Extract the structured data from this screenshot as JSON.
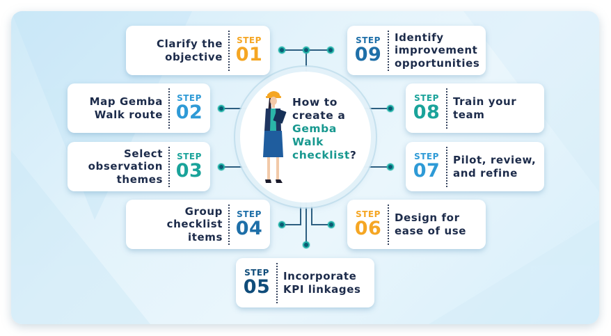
{
  "title": {
    "line1": "How to",
    "line2": "create a",
    "line3": "Gemba",
    "line4": "Walk",
    "line5": "checklist",
    "qmark": "?"
  },
  "step_label": "STEP",
  "steps": [
    {
      "num": "01",
      "text1": "Clarify the",
      "text2": "objective",
      "text3": "",
      "color": "#f5a623"
    },
    {
      "num": "02",
      "text1": "Map Gemba",
      "text2": "Walk route",
      "text3": "",
      "color": "#2e9ad6"
    },
    {
      "num": "03",
      "text1": "Select",
      "text2": "observation",
      "text3": "themes",
      "color": "#1aa39a"
    },
    {
      "num": "04",
      "text1": "Group",
      "text2": "checklist",
      "text3": "items",
      "color": "#1e6fa8"
    },
    {
      "num": "05",
      "text1": "Incorporate",
      "text2": "KPI linkages",
      "text3": "",
      "color": "#0f4c7a"
    },
    {
      "num": "06",
      "text1": "Design for",
      "text2": "ease of use",
      "text3": "",
      "color": "#f5a623"
    },
    {
      "num": "07",
      "text1": "Pilot, review,",
      "text2": "and refine",
      "text3": "",
      "color": "#2e9ad6"
    },
    {
      "num": "08",
      "text1": "Train your",
      "text2": "team",
      "text3": "",
      "color": "#1aa39a"
    },
    {
      "num": "09",
      "text1": "Identify",
      "text2": "improvement",
      "text3": "opportunities",
      "color": "#1e6fa8"
    }
  ],
  "colors": {
    "text_dark": "#1c2b4a",
    "teal": "#17988f",
    "connector": "#2c5e80",
    "background": "#dff1fa"
  }
}
